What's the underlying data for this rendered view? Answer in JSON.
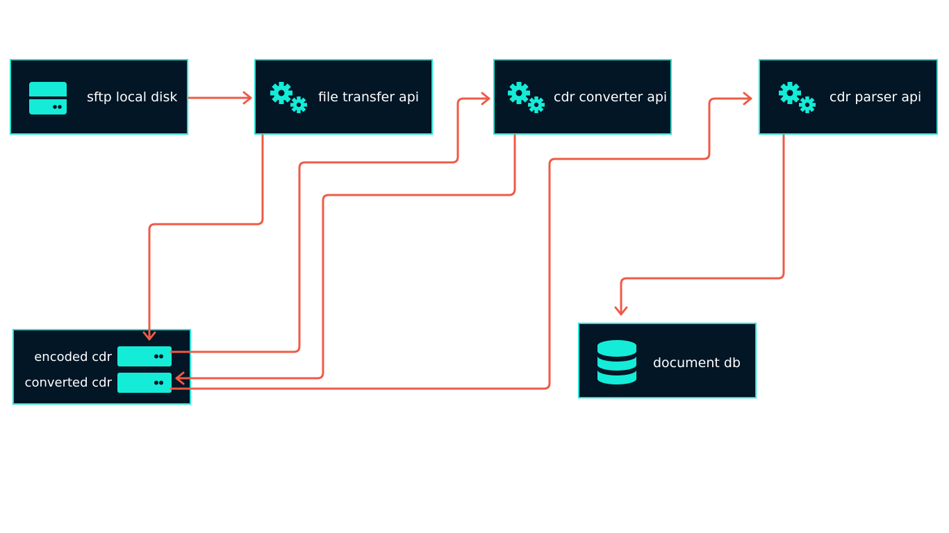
{
  "colors": {
    "node_background": "#021626",
    "node_border": "#19e6d3",
    "icon": "#14ecd8",
    "connector": "#ef5a44",
    "text": "#ffffff"
  },
  "nodes": {
    "sftp_local_disk": {
      "label": "sftp local disk",
      "icon": "disk-drive-icon"
    },
    "file_transfer_api": {
      "label": "file transfer api",
      "icon": "gears-icon"
    },
    "cdr_converter_api": {
      "label": "cdr converter api",
      "icon": "gears-icon"
    },
    "cdr_parser_api": {
      "label": "cdr parser api",
      "icon": "gears-icon"
    },
    "cdr_storage": {
      "slots": [
        {
          "label": "encoded cdr",
          "icon": "storage-drive-icon"
        },
        {
          "label": "converted cdr",
          "icon": "storage-drive-icon"
        }
      ]
    },
    "document_db": {
      "label": "document db",
      "icon": "database-icon"
    }
  },
  "edges": [
    {
      "from": "sftp local disk",
      "to": "file transfer api"
    },
    {
      "from": "file transfer api",
      "to": "encoded cdr"
    },
    {
      "from": "encoded cdr",
      "to": "cdr converter api"
    },
    {
      "from": "cdr converter api",
      "to": "converted cdr"
    },
    {
      "from": "converted cdr",
      "to": "cdr parser api"
    },
    {
      "from": "cdr parser api",
      "to": "document db"
    }
  ]
}
